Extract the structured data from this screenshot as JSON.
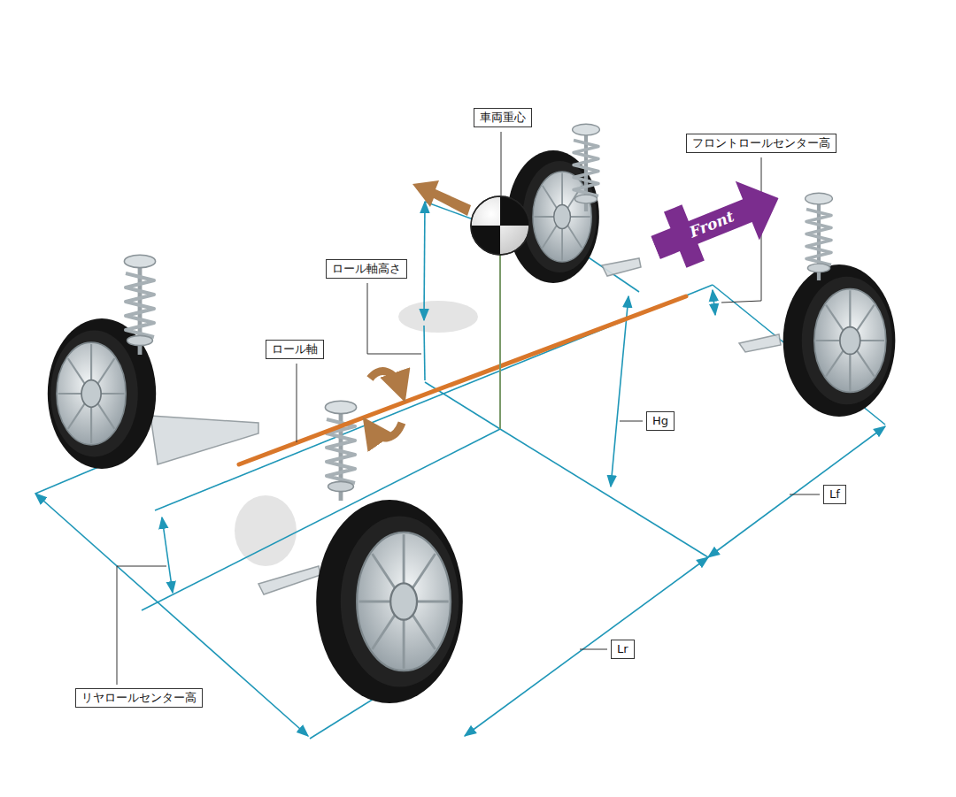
{
  "diagram": {
    "nodes": [
      {
        "text": [
          "車両重心"
        ]
      },
      {
        "text": [
          "フロントロールセンター高"
        ]
      },
      {
        "text": [
          "Front"
        ]
      },
      {
        "text": [
          "ロール軸高さ"
        ]
      },
      {
        "text": [
          "ロール軸"
        ]
      },
      {
        "text": [
          "Hg"
        ]
      },
      {
        "text": [
          "Lf"
        ]
      },
      {
        "text": [
          "Lr"
        ]
      },
      {
        "text": [
          "リヤロールセンター高"
        ]
      }
    ]
  }
}
